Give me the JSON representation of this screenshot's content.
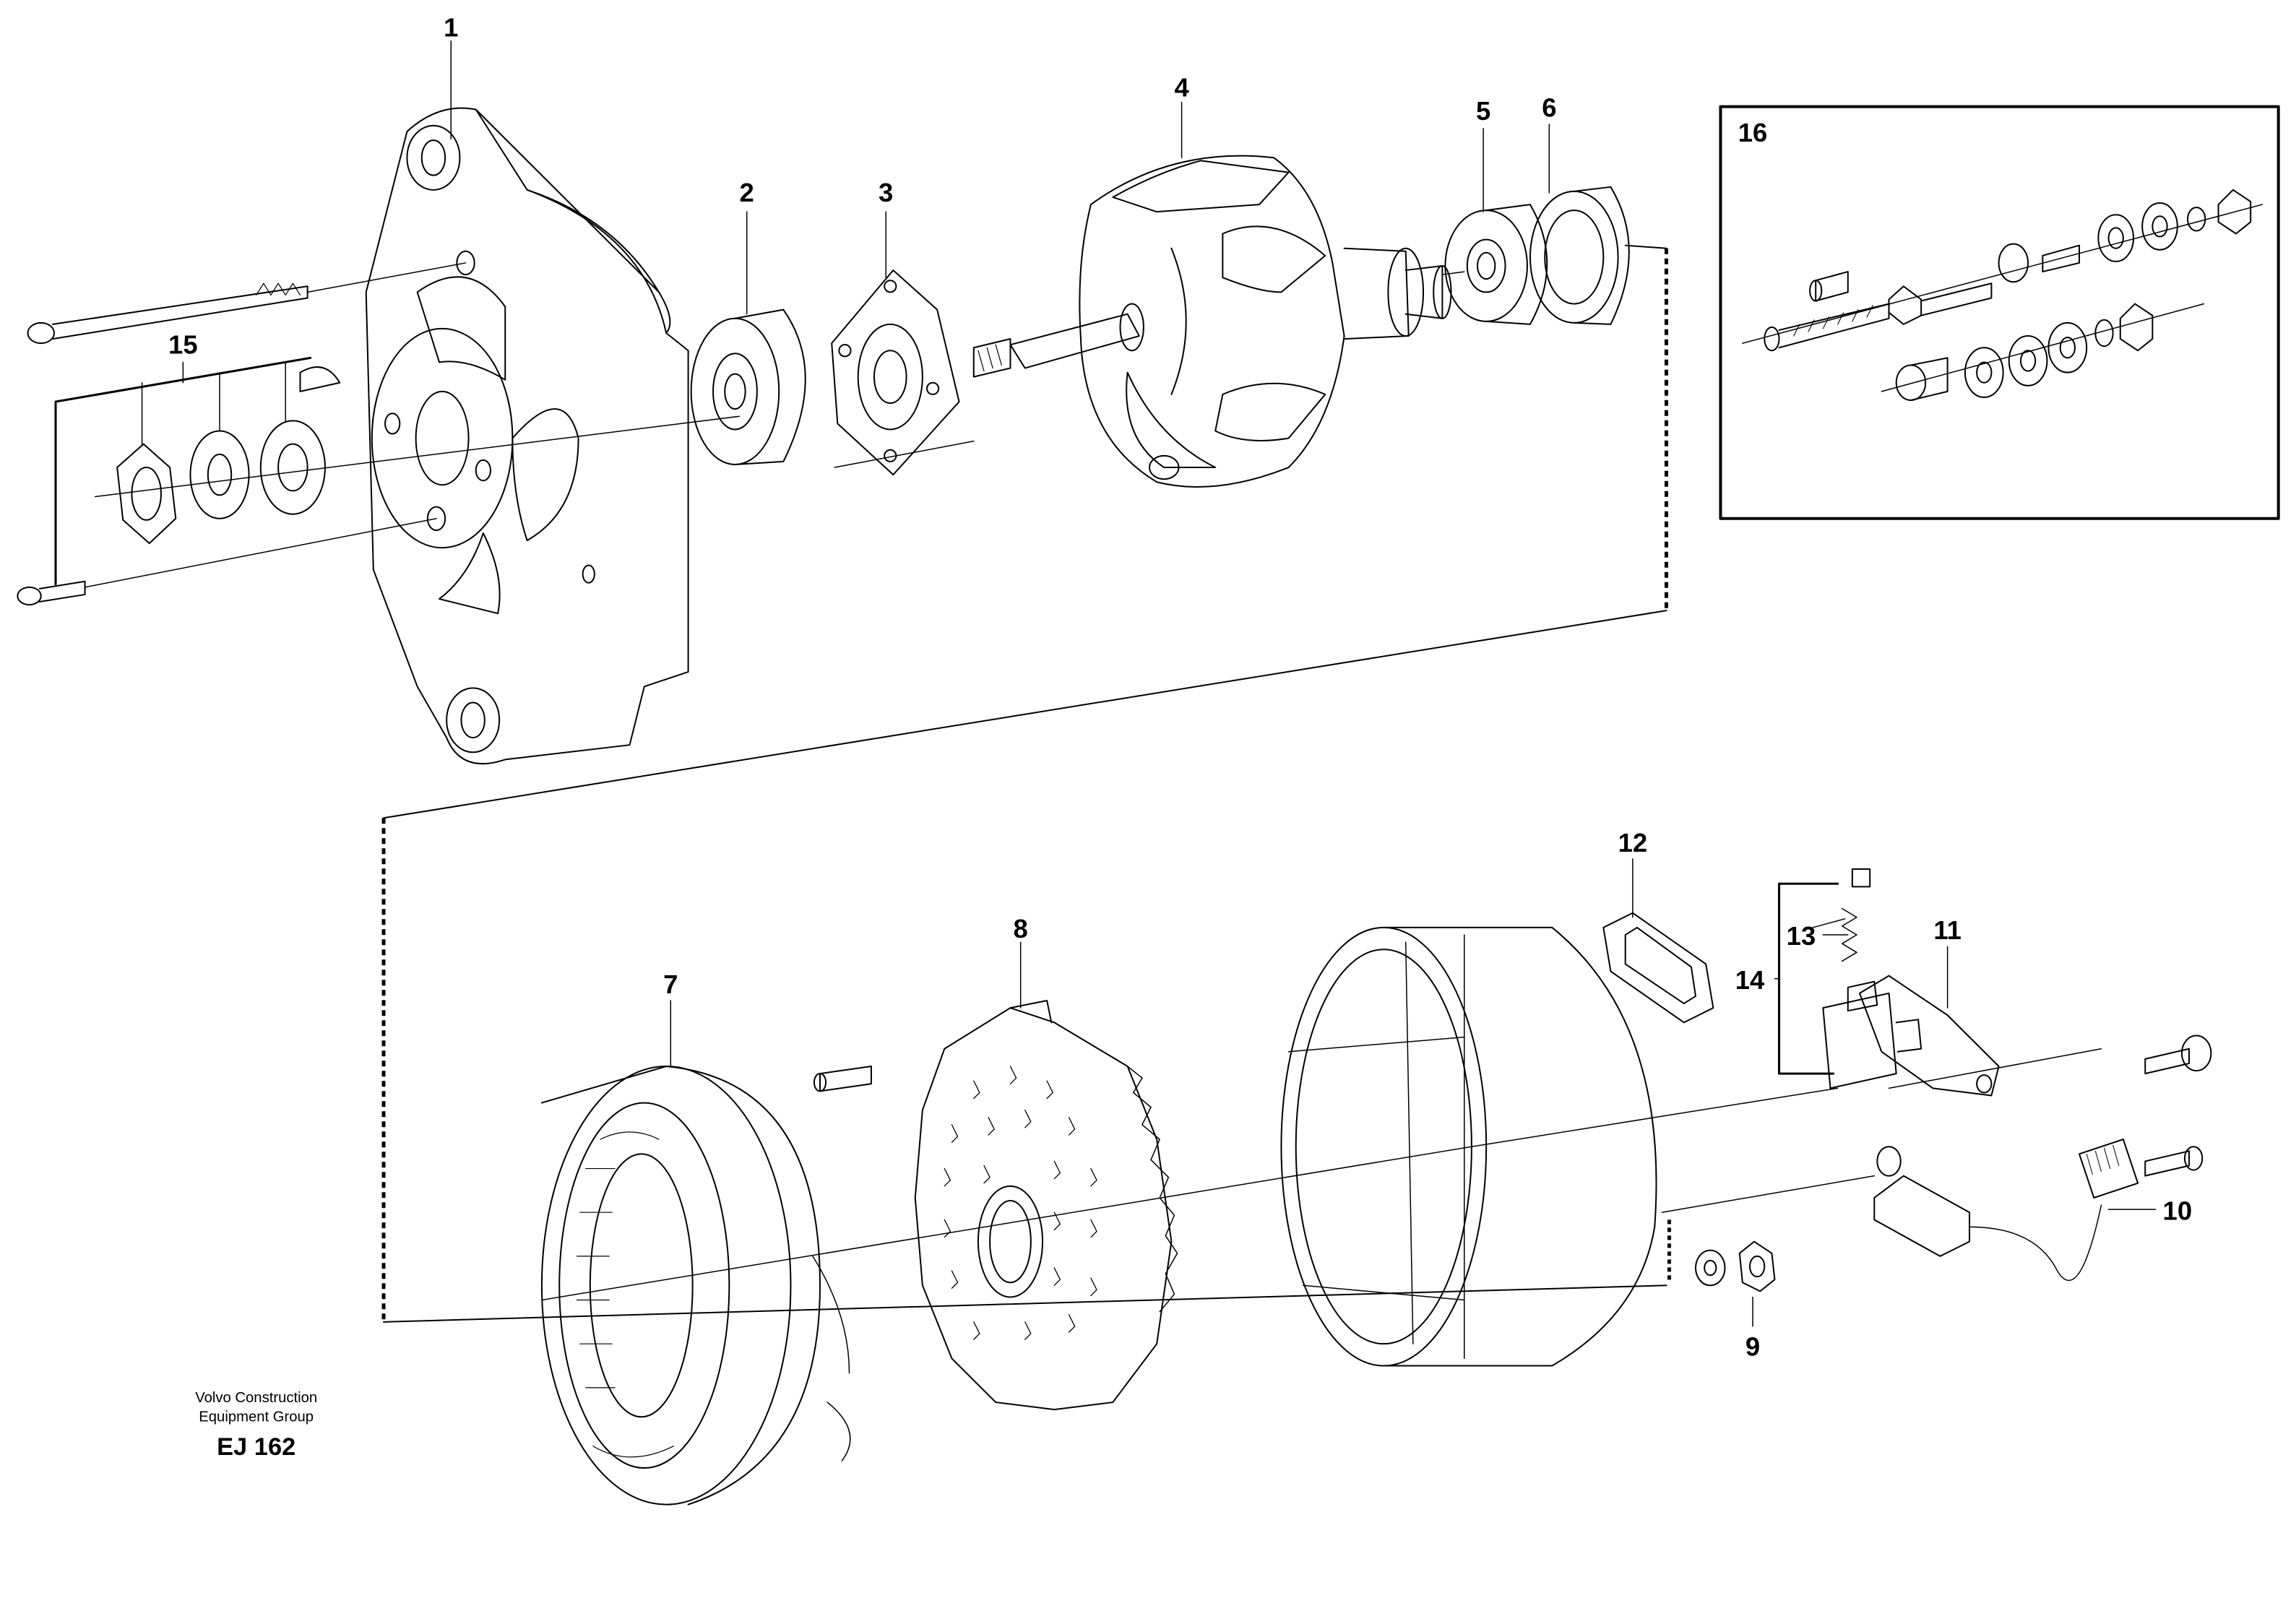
{
  "callouts": {
    "c1": "1",
    "c2": "2",
    "c3": "3",
    "c4": "4",
    "c5": "5",
    "c6": "6",
    "c7": "7",
    "c8": "8",
    "c9": "9",
    "c10": "10",
    "c11": "11",
    "c12": "12",
    "c13": "13",
    "c14": "14",
    "c15": "15",
    "c16": "16"
  },
  "footer": {
    "company_line1": "Volvo Construction",
    "company_line2": "Equipment Group",
    "drawing_code": "EJ 162"
  }
}
